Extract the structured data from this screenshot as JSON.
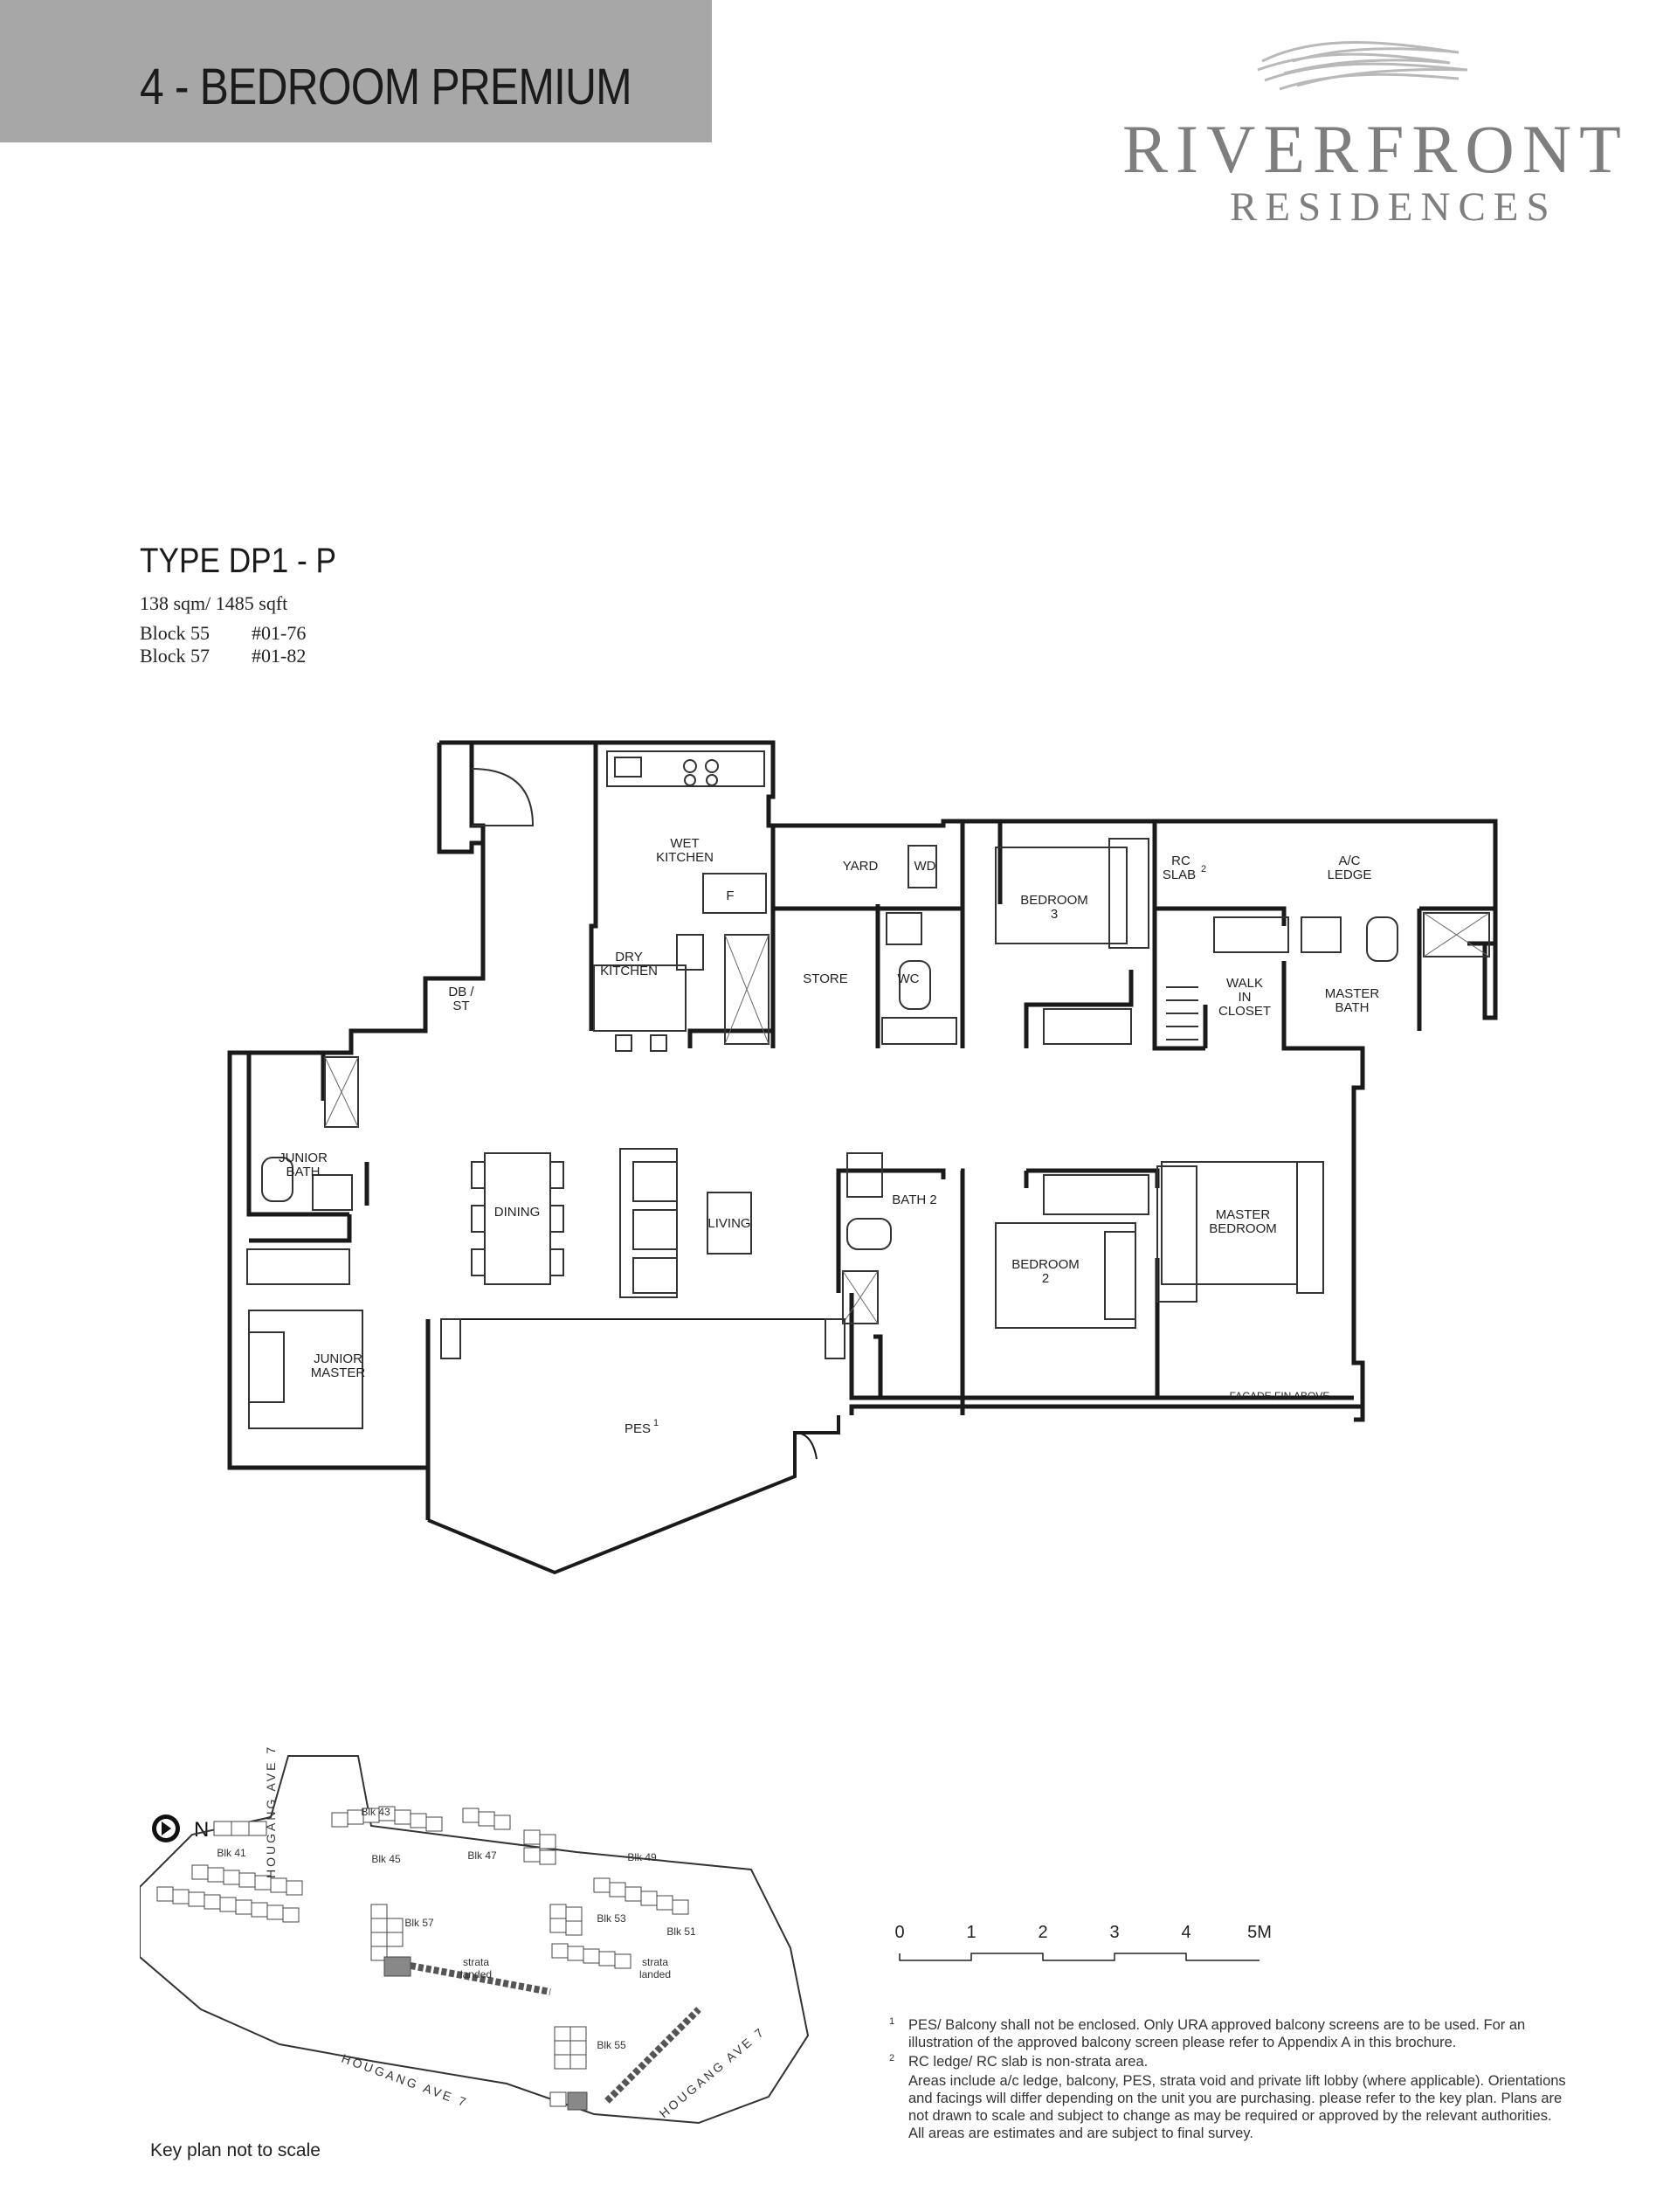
{
  "header": {
    "title": "4 - BEDROOM PREMIUM"
  },
  "brand": {
    "line1": "RIVERFRONT",
    "line2": "RESIDENCES",
    "color": "#7e7e7e"
  },
  "unit": {
    "type": "TYPE DP1 - P",
    "area": "138 sqm/ 1485 sqft",
    "blocks": [
      {
        "block": "Block 55",
        "unit": "#01-76"
      },
      {
        "block": "Block 57",
        "unit": "#01-82"
      }
    ]
  },
  "rooms": {
    "wet_kitchen_1": "WET",
    "wet_kitchen_2": "KITCHEN",
    "yard": "YARD",
    "wd": "WD",
    "bedroom3_1": "BEDROOM",
    "bedroom3_2": "3",
    "rc_slab_1": "RC",
    "rc_slab_2": "SLAB",
    "rc_slab_sup": "2",
    "ac_ledge_1": "A/C",
    "ac_ledge_2": "LEDGE",
    "fridge": "F",
    "dry_kitchen_1": "DRY",
    "dry_kitchen_2": "KITCHEN",
    "store": "STORE",
    "wc": "WC",
    "walk_in_closet_1": "WALK",
    "walk_in_closet_2": "IN",
    "walk_in_closet_3": "CLOSET",
    "master_bath_1": "MASTER",
    "master_bath_2": "BATH",
    "db_st_1": "DB /",
    "db_st_2": "ST",
    "junior_bath_1": "JUNIOR",
    "junior_bath_2": "BATH",
    "dining": "DINING",
    "living": "LIVING",
    "bath2": "BATH 2",
    "bedroom2_1": "BEDROOM",
    "bedroom2_2": "2",
    "master_bedroom_1": "MASTER",
    "master_bedroom_2": "BEDROOM",
    "junior_master_1": "JUNIOR",
    "junior_master_2": "MASTER",
    "pes": "PES",
    "pes_sup": "1",
    "facade_fin": "FACADE FIN ABOVE"
  },
  "keyplan": {
    "note": "Key plan not to scale",
    "north": "N",
    "roads": {
      "west": "HOUGANG AVE 7",
      "south": "HOUGANG AVE 7",
      "east": "HOUGANG AVE 7"
    },
    "blocks": [
      "Blk 43",
      "Blk 45",
      "Blk 47",
      "Blk 41",
      "Blk 49",
      "Blk 51",
      "Blk 57",
      "Blk 53",
      "Blk 55"
    ],
    "landed_1a": "strata",
    "landed_1b": "landed",
    "landed_2a": "strata",
    "landed_2b": "landed"
  },
  "scale": {
    "labels": [
      "0",
      "1",
      "2",
      "3",
      "4",
      "5M"
    ]
  },
  "notes": {
    "n1_mark": "1",
    "n1": "PES/ Balcony shall not be enclosed. Only URA approved balcony screens are to be used. For an illustration of the approved balcony screen please refer to Appendix A in this brochure.",
    "n2_mark": "2",
    "n2": "RC ledge/ RC slab is non-strata area.",
    "n3": "Areas include a/c ledge, balcony, PES, strata void and private lift lobby (where applicable). Orientations and facings will differ depending on the unit you are purchasing. please refer to the key plan. Plans are not drawn to scale and subject to change as may be required or approved by the relevant authorities. All areas are estimates and are subject to final survey."
  }
}
